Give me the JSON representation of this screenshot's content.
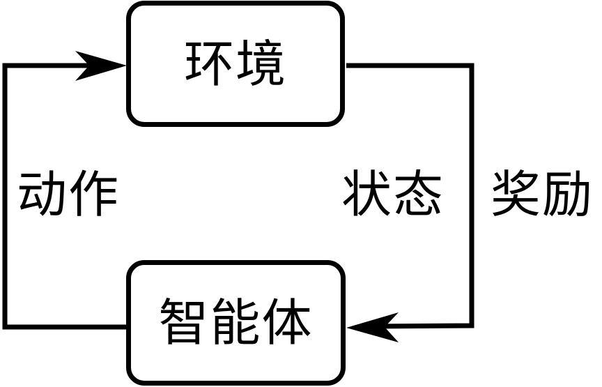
{
  "diagram": {
    "type": "feedback-loop",
    "nodes": [
      {
        "id": "environment",
        "label": "环境"
      },
      {
        "id": "agent",
        "label": "智能体"
      }
    ],
    "edges": [
      {
        "from": "agent",
        "to": "environment",
        "label": "动作"
      },
      {
        "from": "environment",
        "to": "agent",
        "label": "状态"
      },
      {
        "from": "environment",
        "to": "agent",
        "label": "奖励"
      }
    ],
    "labels": {
      "action": "动作",
      "state": "状态",
      "reward": "奖励"
    },
    "colors": {
      "stroke": "#000000",
      "background": "#ffffff"
    }
  }
}
